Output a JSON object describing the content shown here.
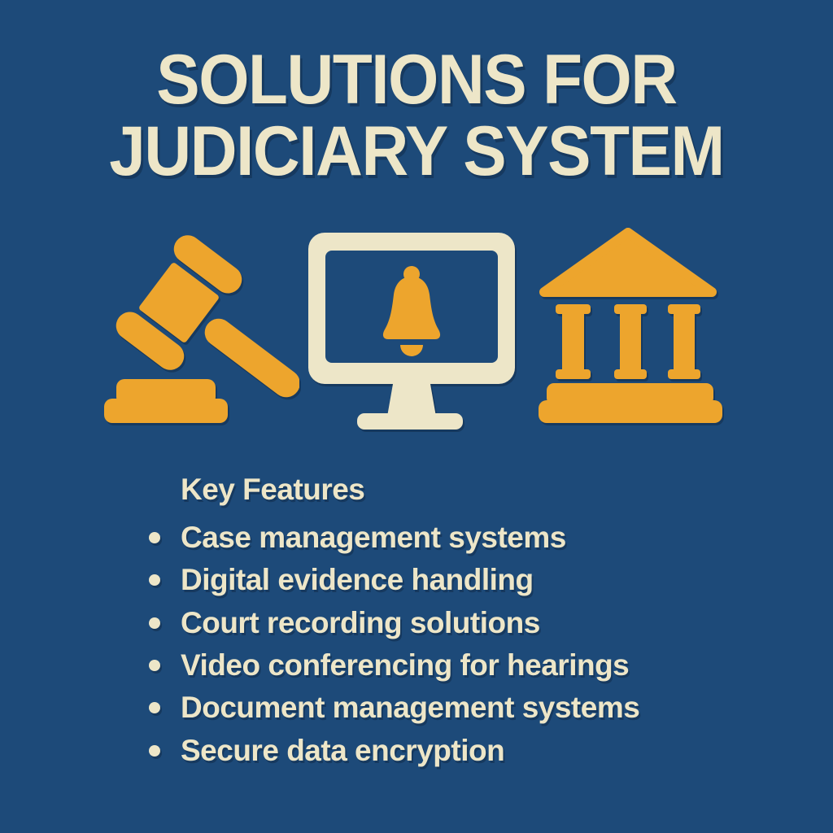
{
  "title": {
    "line1": "SOLUTIONS FOR",
    "line2": "JUDICIARY SYSTEM"
  },
  "icons": [
    "gavel-icon",
    "monitor-notification-icon",
    "courthouse-icon"
  ],
  "features": {
    "heading": "Key Features",
    "items": [
      "Case management systems",
      "Digital evidence handling",
      "Court recording solutions",
      "Video conferencing for hearings",
      "Document management systems",
      "Secure data encryption"
    ]
  },
  "colors": {
    "background": "#1D4A79",
    "cream": "#EDE6C8",
    "orange": "#EDA52D",
    "shadow": "#16395F"
  }
}
